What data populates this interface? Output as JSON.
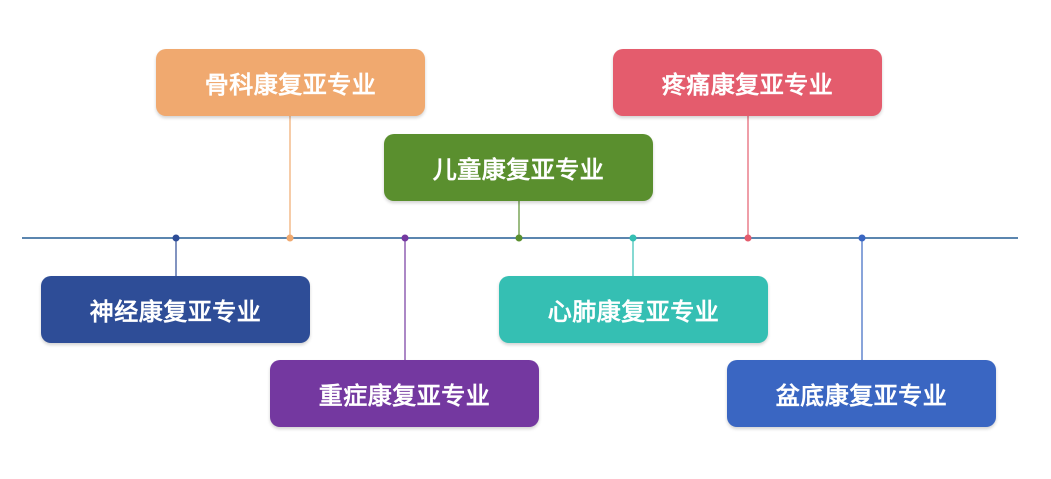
{
  "specialties": [
    {
      "label": "神经康复亚专业",
      "color": "#2E4D97"
    },
    {
      "label": "骨科康复亚专业",
      "color": "#F0A96F"
    },
    {
      "label": "重症康复亚专业",
      "color": "#7438A0"
    },
    {
      "label": "儿童康复亚专业",
      "color": "#5A8F2E"
    },
    {
      "label": "心肺康复亚专业",
      "color": "#35BFB3"
    },
    {
      "label": "疼痛康复亚专业",
      "color": "#E45C6D"
    },
    {
      "label": "盆底康复亚专业",
      "color": "#3A66C2"
    }
  ],
  "timeline_color": "#5B86AF"
}
